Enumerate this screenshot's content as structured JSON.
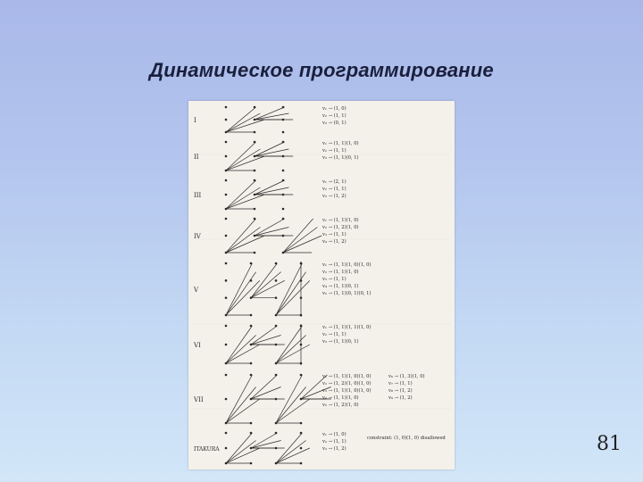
{
  "slide": {
    "title": "Динамическое программирование",
    "page_number": "81"
  },
  "figure": {
    "stages": [
      {
        "label": "I",
        "formulas": [
          "v₁ → (1, 0)",
          "v₂ → (1, 1)",
          "v₃ → (0, 1)"
        ],
        "right_formulas": []
      },
      {
        "label": "II",
        "formulas": [
          "v₁ → (1, 1)(1, 0)",
          "v₂ → (1, 1)",
          "v₃ → (1, 1)(0, 1)"
        ],
        "right_formulas": []
      },
      {
        "label": "III",
        "formulas": [
          "v₁ → (2, 1)",
          "v₂ → (1, 1)",
          "v₃ → (1, 2)"
        ],
        "right_formulas": []
      },
      {
        "label": "IV",
        "formulas": [
          "v₁ → (1, 1)(1, 0)",
          "v₂ → (1, 2)(1, 0)",
          "v₃ → (1, 1)",
          "v₄ → (1, 2)"
        ],
        "right_formulas": []
      },
      {
        "label": "V",
        "formulas": [
          "v₁ → (1, 1)(1, 0)(1, 0)",
          "v₂ → (1, 1)(1, 0)",
          "v₃ → (1, 1)",
          "v₄ → (1, 1)(0, 1)",
          "v₅ → (1, 1)(0, 1)(0, 1)"
        ],
        "right_formulas": []
      },
      {
        "label": "VI",
        "formulas": [
          "v₁ → (1, 1)(1, 1)(1, 0)",
          "v₂ → (1, 1)",
          "v₃ → (1, 1)(0, 1)"
        ],
        "right_formulas": []
      },
      {
        "label": "VII",
        "formulas": [
          "v₁ → (1, 1)(1, 0)(1, 0)",
          "v₂ → (1, 2)(1, 0)(1, 0)",
          "v₃ → (1, 1)(1, 0)(1, 0)",
          "v₄ → (1, 1)(1, 0)",
          "v₅ → (1, 2)(1, 0)"
        ],
        "right_formulas": [
          "v₆ → (1, 3)(1, 0)",
          "v₇ → (1, 1)",
          "v₈ → (1, 2)",
          "v₉ → (1, 2)"
        ]
      },
      {
        "label": "ITAKURA",
        "formulas": [
          "v₁ → (1, 0)",
          "v₂ → (1, 1)",
          "v₃ → (1, 2)"
        ],
        "right_formulas": [
          "constraint: (1, 0)(1, 0) disallowed"
        ]
      }
    ]
  }
}
